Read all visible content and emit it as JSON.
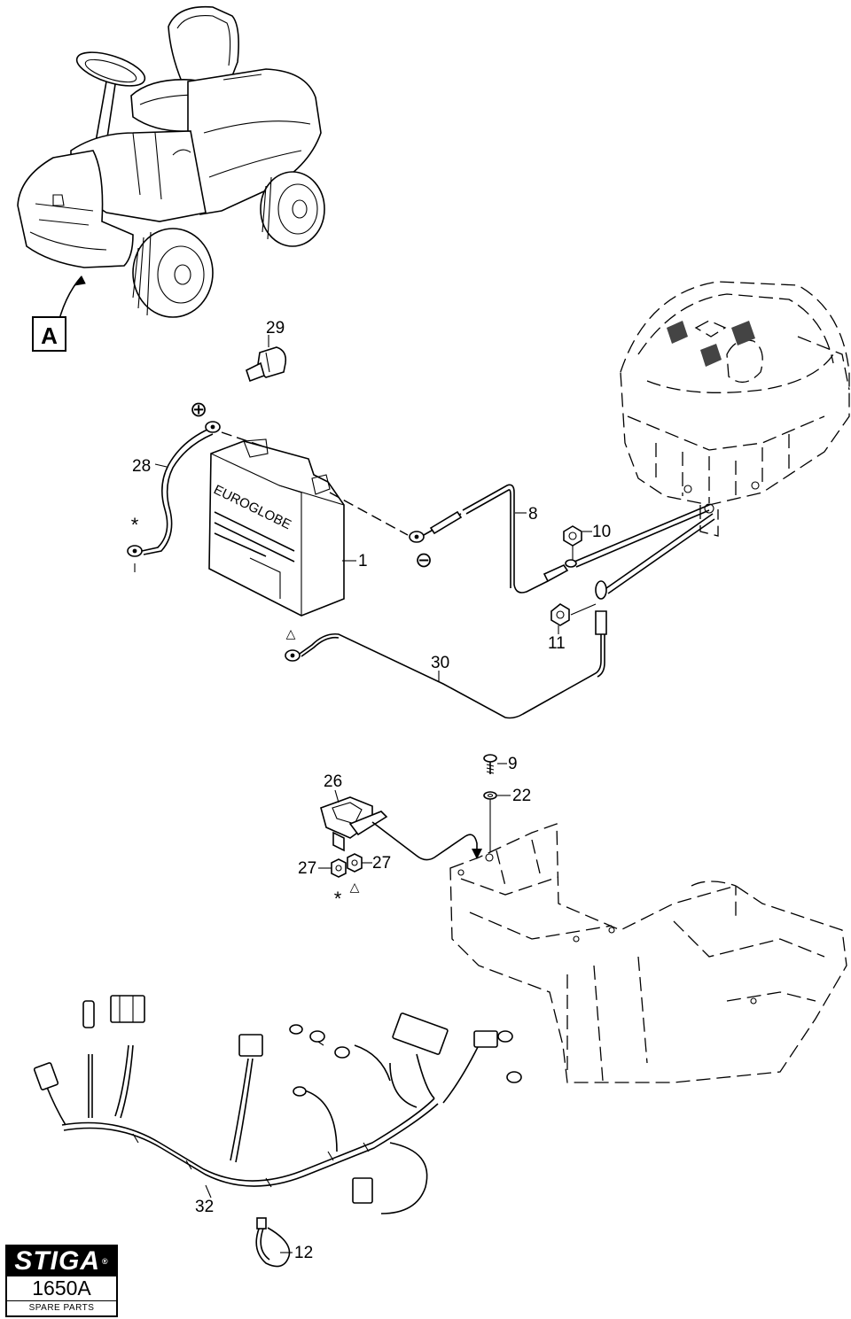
{
  "view_label": "A",
  "callouts": {
    "c1": "1",
    "c8": "8",
    "c9": "9",
    "c10": "10",
    "c11": "11",
    "c12": "12",
    "c22": "22",
    "c26": "26",
    "c27a": "27",
    "c27b": "27",
    "c28": "28",
    "c29": "29",
    "c30": "30",
    "c32": "32"
  },
  "symbols": {
    "plus": "⊕",
    "minus": "⊖",
    "star_left": "*",
    "star_bottom": "*",
    "tri_cable": "△",
    "tri_nut": "△"
  },
  "battery_brand": "EUROGLOBE",
  "badge": {
    "logo": "STIGA",
    "registered": "®",
    "code": "1650A",
    "caption": "SPARE PARTS"
  },
  "icons": [
    "tractor-illustration",
    "battery-illustration",
    "engine-illustration",
    "frame-illustration",
    "wiring-harness-illustration",
    "cable-tie-illustration"
  ]
}
